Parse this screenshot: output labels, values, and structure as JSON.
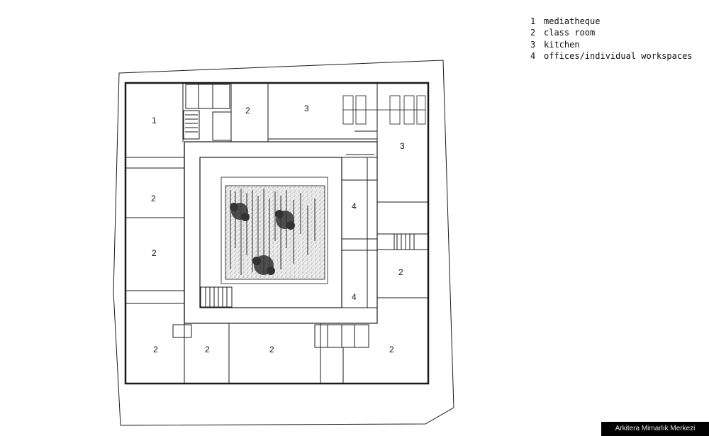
{
  "legend": [
    {
      "number": "1",
      "label": "mediatheque"
    },
    {
      "number": "2",
      "label": "class room"
    },
    {
      "number": "3",
      "label": "kitchen"
    },
    {
      "number": "4",
      "label": "offices/individual workspaces"
    }
  ],
  "room_labels": {
    "mediatheque": "1",
    "class_room_top": "2",
    "kitchen_top": "3",
    "kitchen_right": "3",
    "class_room_left_upper": "2",
    "class_room_left_middle": "2",
    "office_upper": "4",
    "office_lower": "4",
    "class_room_right": "2",
    "class_room_bottom_left": "2",
    "class_room_bottom_second": "2",
    "class_room_bottom_middle": "2",
    "class_room_bottom_right": "2"
  },
  "credit": "Arkitera Mimarlık Merkezi",
  "colors": {
    "line": "#1a1a1a",
    "courtyard_fill": "#d9d9d9",
    "tree": "#333333",
    "credit_bg": "#000000"
  }
}
